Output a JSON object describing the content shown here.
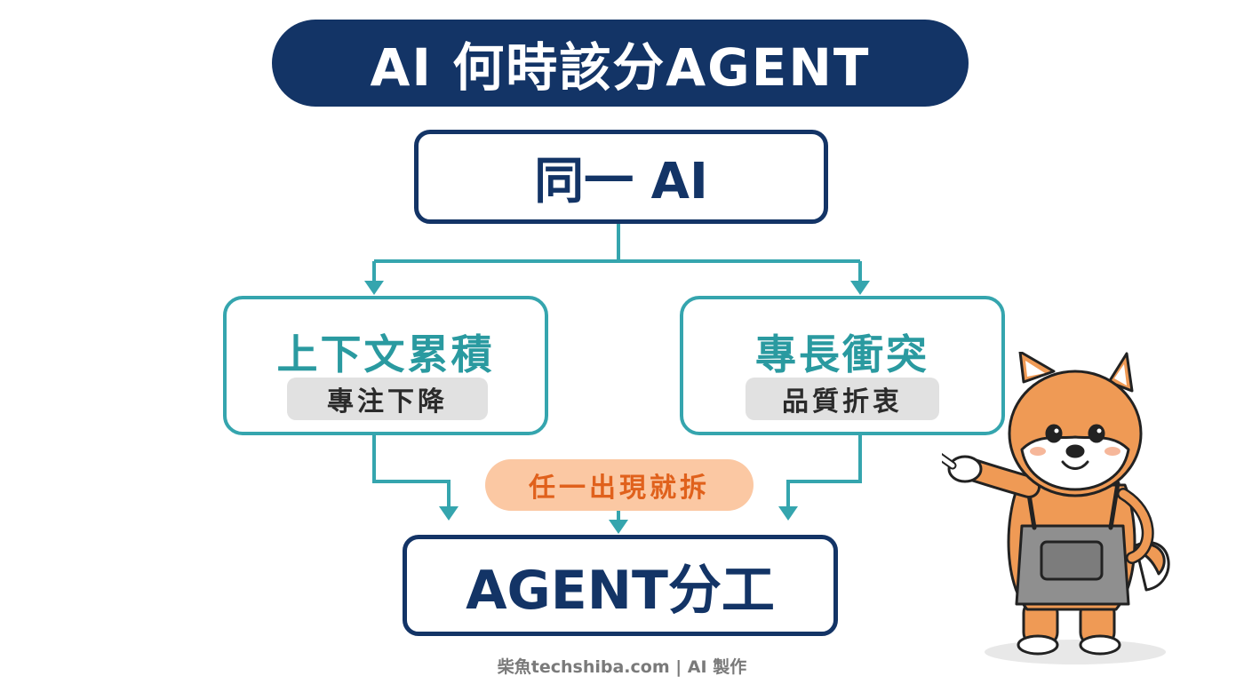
{
  "title": "AI 何時該分AGENT",
  "top_node": "同一 AI",
  "left_node": {
    "title": "上下文累積",
    "tag": "專注下降"
  },
  "right_node": {
    "title": "專長衝突",
    "tag": "品質折衷"
  },
  "condition": "任一出現就拆",
  "bottom_node": "AGENT分工",
  "footer": "柴魚techshiba.com | AI 製作",
  "colors": {
    "navy": "#133466",
    "teal": "#35a5ae",
    "orange_text": "#e0611c",
    "orange_fill": "#fbc8a3",
    "tag_grey": "#e1e1e1"
  },
  "icons": {
    "mascot": "shiba-mascot-pointing"
  }
}
